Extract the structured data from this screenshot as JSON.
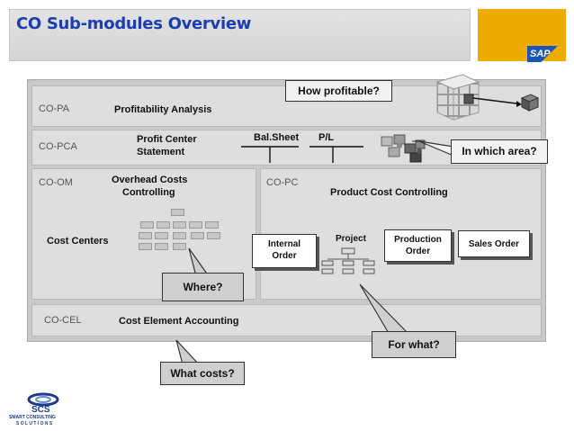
{
  "header": {
    "title": "CO Sub-modules Overview",
    "logo_text": "SAP"
  },
  "rows": {
    "copa": {
      "code": "CO-PA",
      "label": "Profitability Analysis"
    },
    "copca": {
      "code": "CO-PCA",
      "label_line1": "Profit Center",
      "label_line2": "Statement",
      "balsheet": "Bal.Sheet",
      "pl": "P/L"
    },
    "coom": {
      "code": "CO-OM",
      "label_line1": "Overhead Costs",
      "label_line2": "Controlling",
      "cost_centers": "Cost Centers"
    },
    "copc": {
      "code": "CO-PC",
      "label": "Product Cost Controlling",
      "project": "Project",
      "internal_order_l1": "Internal",
      "internal_order_l2": "Order",
      "production_order_l1": "Production",
      "production_order_l2": "Order",
      "sales_order": "Sales Order"
    },
    "cocel": {
      "code": "CO-CEL",
      "label": "Cost Element Accounting"
    }
  },
  "callouts": {
    "how_profitable": "How profitable?",
    "which_area": "In which area?",
    "where": "Where?",
    "for_what": "For what?",
    "what_costs": "What costs?"
  },
  "footer": {
    "logo_abbr": "SCS",
    "logo_line1": "SMART CONSULTING",
    "logo_line2": "S O L U T I O N S"
  }
}
